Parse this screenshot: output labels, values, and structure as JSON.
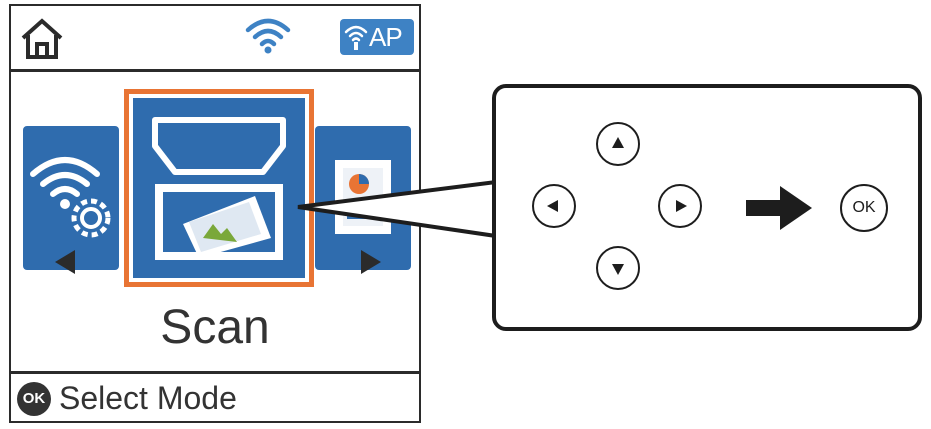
{
  "status_bar": {
    "icons": [
      "home-icon",
      "wifi-icon",
      "access-point-icon"
    ],
    "ap_label": "AP",
    "ap_color": "#3e82c4"
  },
  "menu": {
    "items": [
      {
        "icon": "wifi-settings-icon"
      },
      {
        "icon": "scan-icon",
        "selected": true
      },
      {
        "icon": "copy-icon"
      }
    ],
    "selected_label": "Scan",
    "tile_color": "#2f6cae",
    "selection_color": "#e87434"
  },
  "bottom_bar": {
    "ok_label": "OK",
    "hint": "Select Mode"
  },
  "callout": {
    "buttons": [
      "up-button",
      "left-button",
      "right-button",
      "down-button"
    ],
    "ok_label": "OK"
  }
}
